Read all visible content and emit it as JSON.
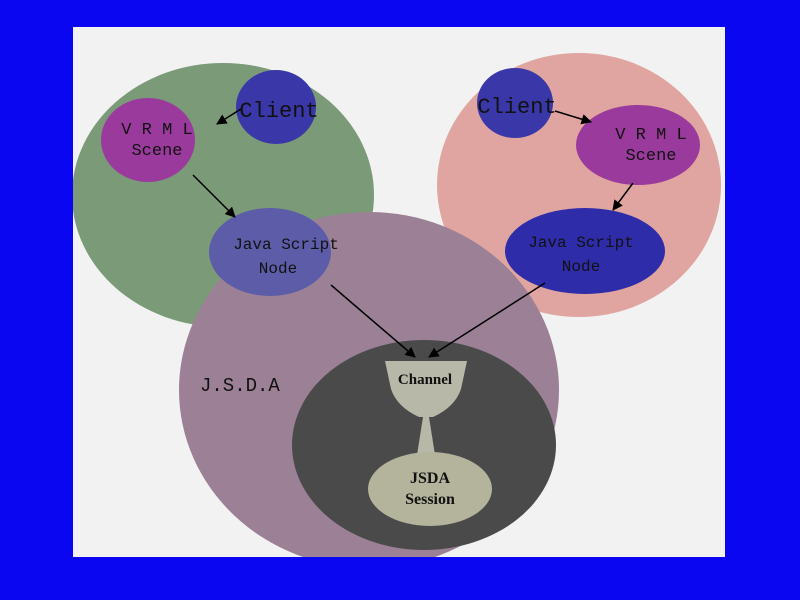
{
  "diagram": {
    "left_group": {
      "client_label": "Client",
      "scene_line1": "V R M L",
      "scene_line2": "Scene",
      "script_line1": "Java Script",
      "script_line2": "Node"
    },
    "right_group": {
      "client_label": "Client",
      "scene_line1": "V R M L",
      "scene_line2": "Scene",
      "script_line1": "Java Script",
      "script_line2": "Node"
    },
    "jsda_label": "J.S.D.A",
    "channel_label": "Channel",
    "session_line1": "JSDA",
    "session_line2": "Session",
    "colors": {
      "left_region": "#7a9a78",
      "right_region": "#e0a5a0",
      "jsda_region": "#9c8096",
      "channel_region": "#4a4a4a",
      "vrml_scene": "#9a3a9c",
      "client": "#3a38a8",
      "script_node_left": "#5c5ca8",
      "script_node_right": "#2e2ca8",
      "channel_cup": "#b8b8a8",
      "session": "#b4b49c"
    }
  }
}
